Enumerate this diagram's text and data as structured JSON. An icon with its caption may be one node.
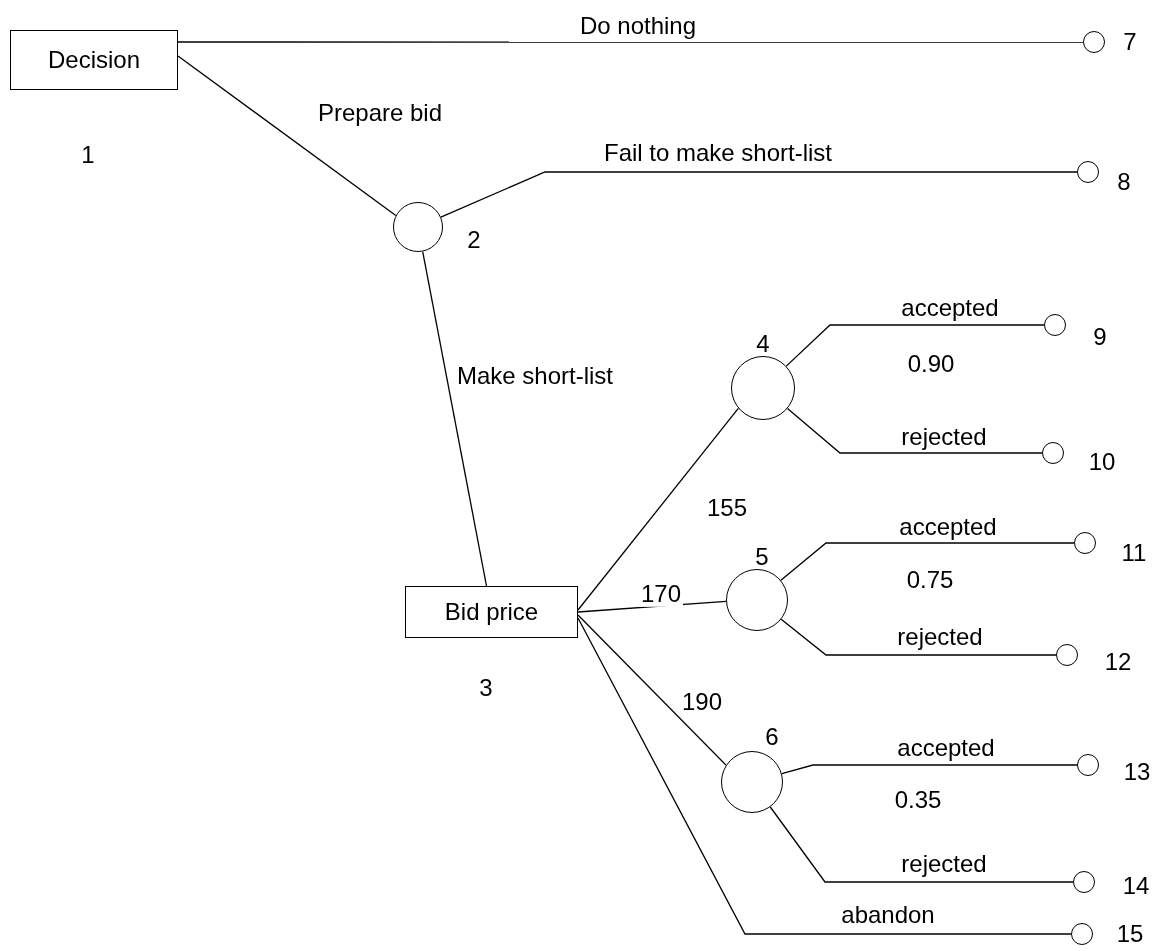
{
  "diagram": {
    "nodes": [
      {
        "text": [
          "Decision"
        ],
        "beside": [
          "1"
        ]
      },
      {
        "text": [],
        "shape": "circle",
        "beside": [
          "2"
        ]
      },
      {
        "text": [
          "Bid price"
        ],
        "beside": [
          "3"
        ]
      },
      {
        "text": [],
        "shape": "circle",
        "beside": [
          "4"
        ]
      },
      {
        "text": [],
        "shape": "circle",
        "beside": [
          "5"
        ]
      },
      {
        "text": [],
        "shape": "circle",
        "beside": [
          "6"
        ]
      },
      {
        "text": [],
        "shape": "circle",
        "beside": [
          "7"
        ]
      },
      {
        "text": [],
        "shape": "circle",
        "beside": [
          "8"
        ]
      },
      {
        "text": [],
        "shape": "circle",
        "beside": [
          "9"
        ]
      },
      {
        "text": [],
        "shape": "circle",
        "beside": [
          "10"
        ]
      },
      {
        "text": [],
        "shape": "circle",
        "beside": [
          "11"
        ]
      },
      {
        "text": [],
        "shape": "circle",
        "beside": [
          "12"
        ]
      },
      {
        "text": [],
        "shape": "circle",
        "beside": [
          "13"
        ]
      },
      {
        "text": [],
        "shape": "circle",
        "beside": [
          "14"
        ]
      },
      {
        "text": [],
        "shape": "circle",
        "beside": [
          "15"
        ]
      }
    ],
    "edges": [
      {
        "from": 0,
        "to": 6,
        "arrow": "none",
        "label": "Do nothing"
      },
      {
        "from": 0,
        "to": 1,
        "arrow": "none",
        "label": "Prepare bid"
      },
      {
        "from": 1,
        "to": 7,
        "arrow": "none",
        "label": "Fail to make short-list"
      },
      {
        "from": 1,
        "to": 2,
        "arrow": "none",
        "label": "Make short-list"
      },
      {
        "from": 2,
        "to": 3,
        "arrow": "none",
        "label": "155"
      },
      {
        "from": 2,
        "to": 4,
        "arrow": "none",
        "label": "170"
      },
      {
        "from": 2,
        "to": 5,
        "arrow": "none",
        "label": "190"
      },
      {
        "from": 2,
        "to": 14,
        "arrow": "none",
        "label": "abandon"
      },
      {
        "from": 3,
        "to": 8,
        "arrow": "none",
        "label": "accepted"
      },
      {
        "from": 3,
        "to": 9,
        "arrow": "none",
        "label": "rejected"
      },
      {
        "from": 4,
        "to": 10,
        "arrow": "none",
        "label": "accepted"
      },
      {
        "from": 4,
        "to": 11,
        "arrow": "none",
        "label": "rejected"
      },
      {
        "from": 5,
        "to": 12,
        "arrow": "none",
        "label": "accepted"
      },
      {
        "from": 5,
        "to": 13,
        "arrow": "none",
        "label": "rejected"
      }
    ],
    "labels": [
      "0.90",
      "0.75",
      "0.35"
    ]
  }
}
